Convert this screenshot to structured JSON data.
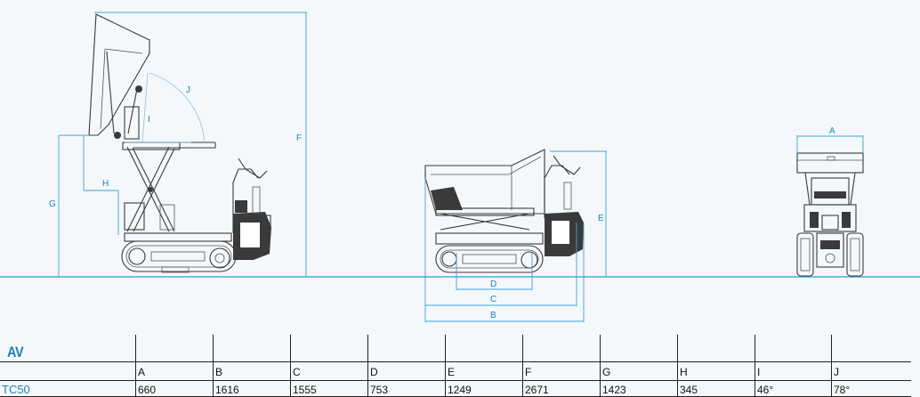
{
  "diagram": {
    "labels": {
      "A": "A",
      "B": "B",
      "C": "C",
      "D": "D",
      "E": "E",
      "F": "F",
      "G": "G",
      "H": "H",
      "I": "I",
      "J": "J"
    }
  },
  "table": {
    "series": "AV",
    "model": "TC50",
    "headers": [
      "A",
      "B",
      "C",
      "D",
      "E",
      "F",
      "G",
      "H",
      "I",
      "J"
    ],
    "values": [
      "660",
      "1616",
      "1555",
      "753",
      "1249",
      "2671",
      "1423",
      "345",
      "46°",
      "78°"
    ]
  },
  "colors": {
    "accent": "#1e7fb8",
    "dimension_line": "#3aa3d8",
    "ground_line": "#2a9ad4",
    "machine": "#3a3a3a"
  }
}
